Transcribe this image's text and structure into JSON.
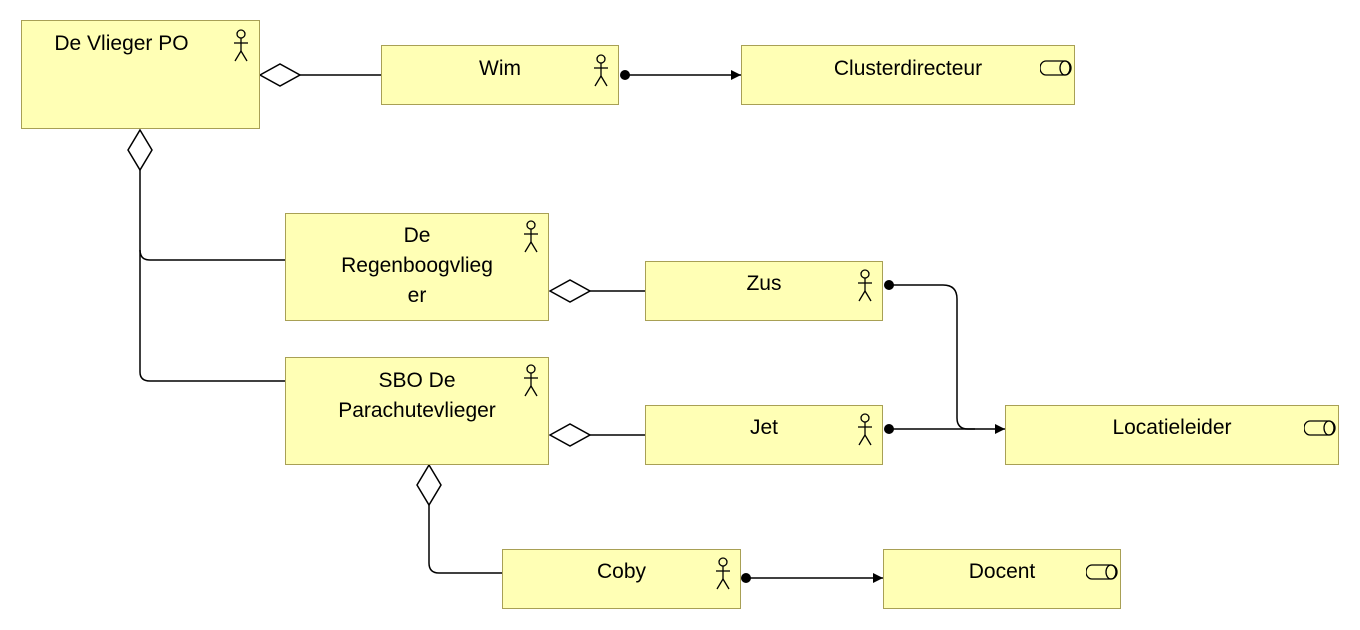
{
  "diagram": {
    "nodes": {
      "vlieger_po": {
        "label": "De Vlieger PO",
        "kind": "actor"
      },
      "wim": {
        "label": "Wim",
        "kind": "actor"
      },
      "clusterdirecteur": {
        "label": "Clusterdirecteur",
        "kind": "role"
      },
      "regenboogvlieger": {
        "label": "De\nRegenboogvlieg\ner",
        "kind": "actor"
      },
      "zus": {
        "label": "Zus",
        "kind": "actor"
      },
      "parachutevlieger": {
        "label": "SBO De\nParachutevlieger",
        "kind": "actor"
      },
      "jet": {
        "label": "Jet",
        "kind": "actor"
      },
      "locatieleider": {
        "label": "Locatieleider",
        "kind": "role"
      },
      "coby": {
        "label": "Coby",
        "kind": "actor"
      },
      "docent": {
        "label": "Docent",
        "kind": "role"
      }
    },
    "colors": {
      "node_fill": "#ffffb5",
      "node_border": "#a8a055",
      "line": "#000000"
    }
  }
}
